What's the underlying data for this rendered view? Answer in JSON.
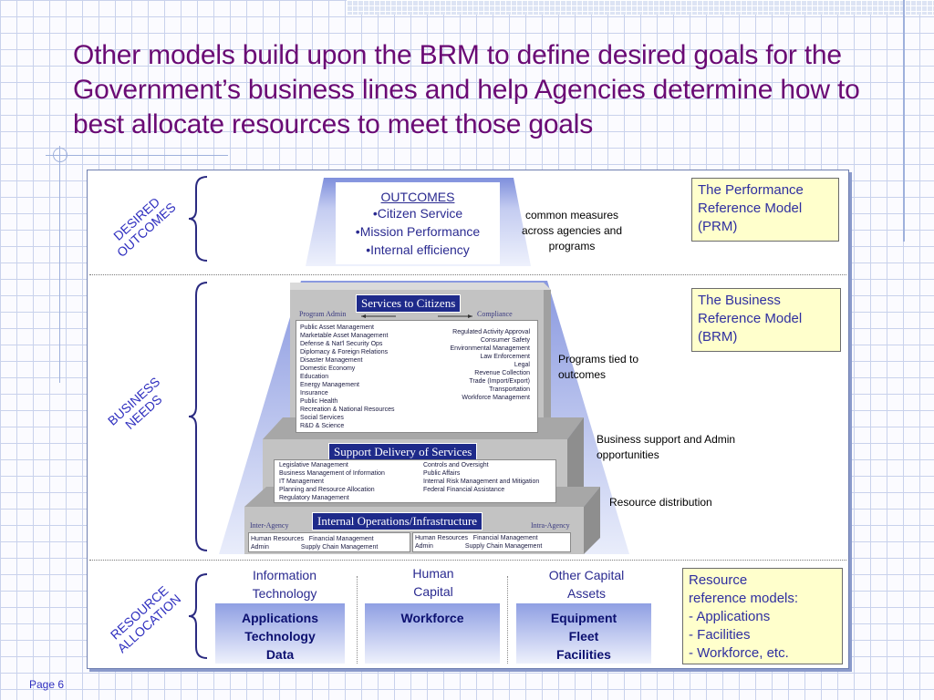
{
  "title": "Other models build upon the BRM to define desired goals for the Government’s business lines and help Agencies determine how to best allocate resources to meet those goals",
  "sections": {
    "desired_outcomes": "DESIRED\nOUTCOMES",
    "business_needs": "BUSINESS\nNEEDS",
    "resource_allocation": "RESOURCE\nALLOCATION"
  },
  "outcomes": {
    "heading": "OUTCOMES",
    "items": [
      "•Citizen Service",
      "•Mission Performance",
      "•Internal efficiency"
    ]
  },
  "notes": {
    "common_measures": "common measures across agencies and programs",
    "programs_tied": "Programs tied to outcomes",
    "business_support": "Business support and Admin opportunities",
    "resource_distribution": "Resource distribution"
  },
  "ref_models": {
    "prm": "The Performance Reference Model (PRM)",
    "brm": "The Business Reference Model (BRM)",
    "resource_lines": [
      "Resource",
      "reference models:",
      "- Applications",
      "- Facilities",
      "- Workforce, etc."
    ]
  },
  "tiers": {
    "services": {
      "label": "Services to Citizens",
      "left_tag": "Program Admin",
      "right_tag": "Compliance",
      "left_items": "Public Asset Management\nMarketable Asset Management\nDefense & Nat'l Security Ops\nDiplomacy & Foreign Relations\nDisaster Management\nDomestic Economy\nEducation\nEnergy Management\nInsurance\nPublic Health\nRecreation & National Resources\nSocial Services\nR&D & Science",
      "right_items": "Regulated Activity Approval\nConsumer Safety\nEnvironmental Management\nLaw Enforcement\nLegal\nRevenue Collection\nTrade (Import/Export)\nTransportation\nWorkforce Management"
    },
    "support": {
      "label": "Support Delivery of Services",
      "left_items": "Legislative Management\nBusiness Management of Information\nIT Management\nPlanning and Resource Allocation\nRegulatory Management",
      "right_items": "Controls and Oversight\nPublic Affairs\nInternal Risk Management and Mitigation\nFederal Financial Assistance"
    },
    "internal": {
      "label": "Internal Operations/Infrastructure",
      "left_tag": "Inter-Agency",
      "right_tag": "Intra-Agency",
      "left_items": "Human Resources   Financial Management\nAdmin                  Supply Chain Management",
      "right_items": "Human Resources   Financial Management\nAdmin                  Supply Chain Management"
    }
  },
  "resource_allocation": {
    "columns": [
      {
        "heading": "Information\nTechnology",
        "box": "Applications\nTechnology\nData"
      },
      {
        "heading": "Human\nCapital",
        "box": "Workforce"
      },
      {
        "heading": "Other Capital\nAssets",
        "box": "Equipment\nFleet\nFacilities"
      }
    ]
  },
  "footer": {
    "page": "Page 6"
  },
  "colors": {
    "title": "#6a0a74",
    "section": "#2f2fbf",
    "tier_label": "#1e2a8a",
    "ref_box": "#ffffcc"
  }
}
